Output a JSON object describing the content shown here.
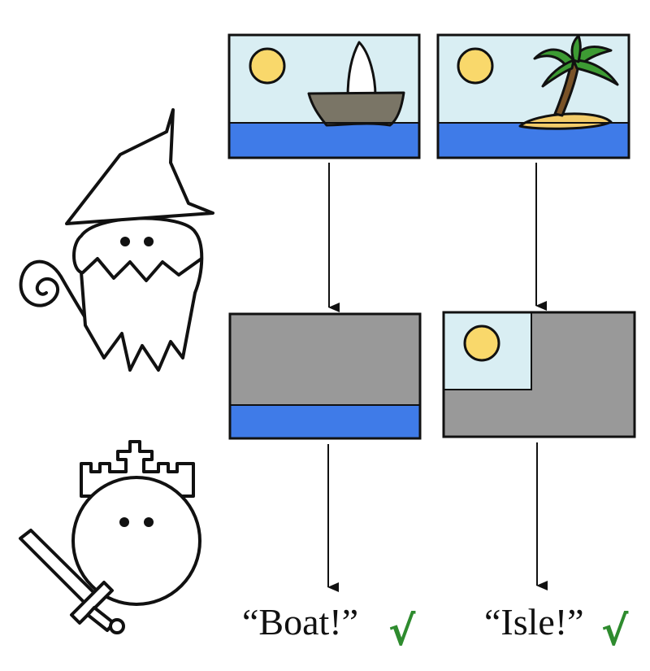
{
  "colors": {
    "sky": "#d9eef3",
    "sea": "#3f7be8",
    "sun": "#f9d86b",
    "masked": "#999999",
    "boat_hull": "#7a7566",
    "palm_leaf": "#3d9b33",
    "trunk": "#7a5328",
    "sand": "#f3cc6a",
    "check": "#2e8b2e",
    "outline": "#111111"
  },
  "characters": [
    {
      "role": "wizard",
      "icon": "wizard-icon"
    },
    {
      "role": "king",
      "icon": "king-icon"
    }
  ],
  "columns": [
    {
      "id": "boat",
      "input_image": "boat-scene-icon",
      "masked_image": "masked-sea-strip",
      "label": "“Boat!”",
      "check": "√"
    },
    {
      "id": "isle",
      "input_image": "island-scene-icon",
      "masked_image": "masked-sun-corner",
      "label": "“Isle!”",
      "check": "√"
    }
  ]
}
